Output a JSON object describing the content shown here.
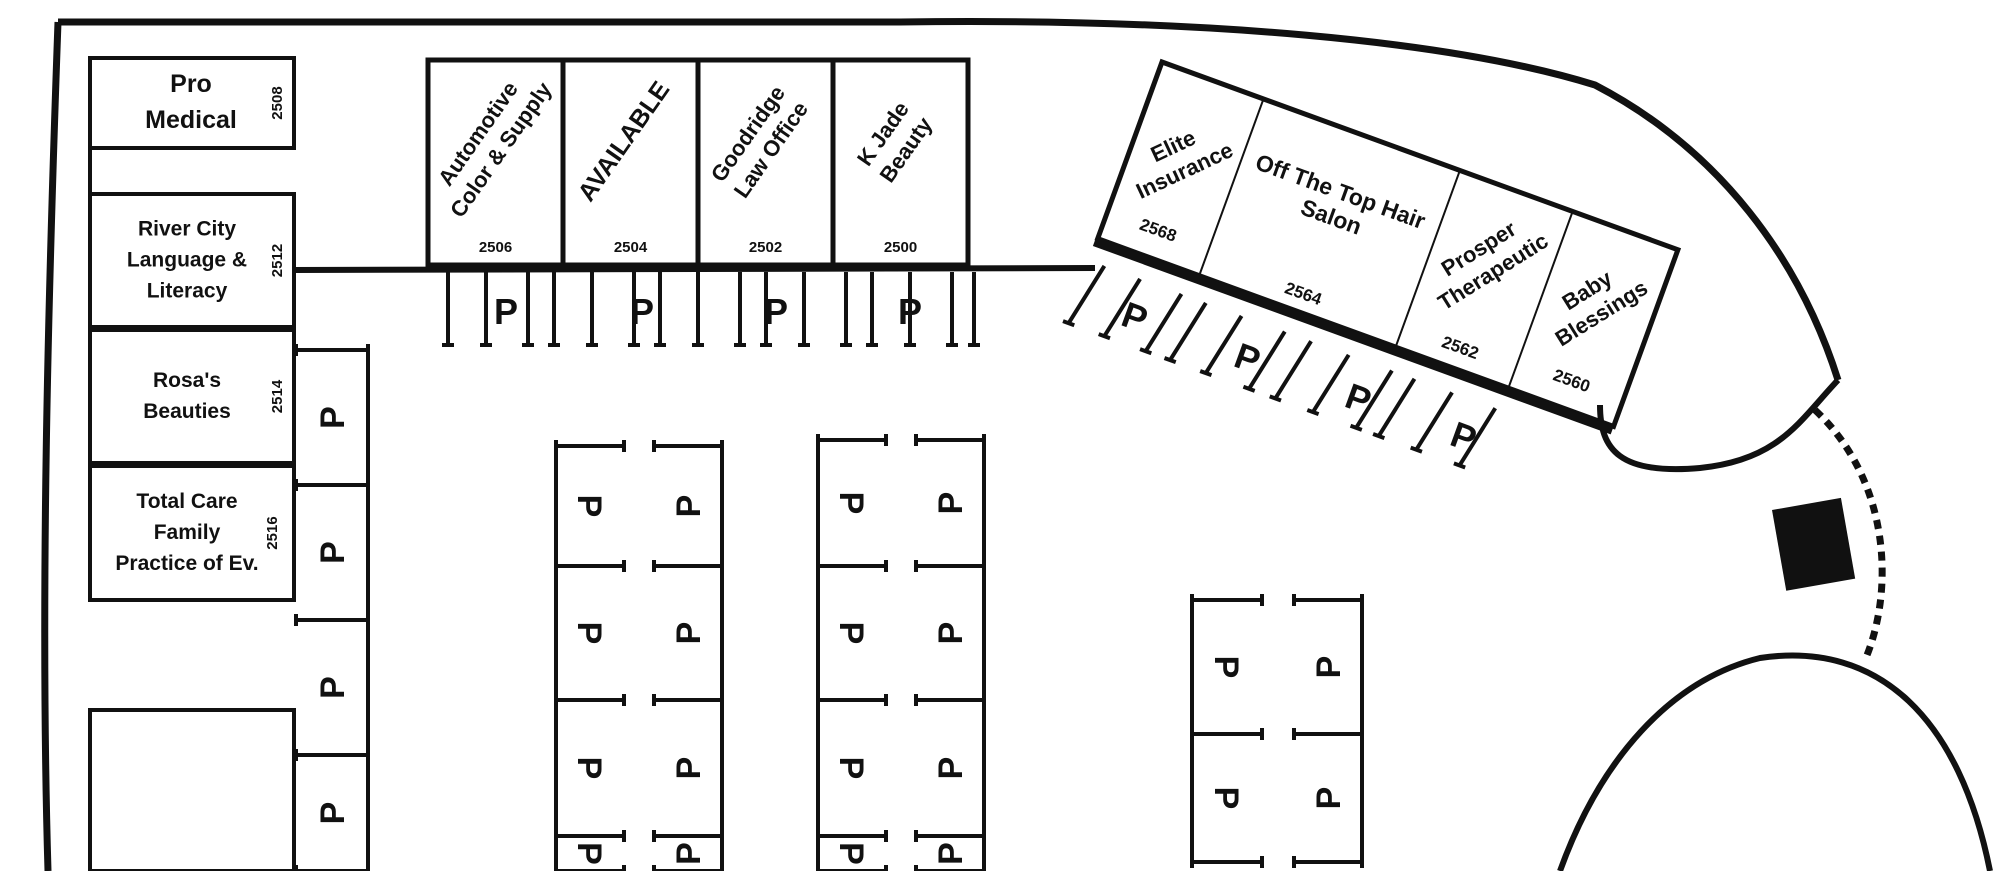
{
  "map": {
    "colors": {
      "ink": "#111111",
      "available": "#cc2f3c",
      "background": "#ffffff"
    },
    "parking_symbol": "P",
    "left_units": [
      {
        "name": "Pro\nMedical",
        "number": "2508"
      },
      {
        "name": "River City\nLanguage &\nLiteracy",
        "number": "2512"
      },
      {
        "name": "Rosa's\nBeauties",
        "number": "2514"
      },
      {
        "name": "Total Care\nFamily\nPractice of Ev.",
        "number": "2516"
      },
      {
        "name": "",
        "number": ""
      }
    ],
    "top_units": [
      {
        "name": "Automotive\nColor & Supply",
        "number": "2506",
        "available": false
      },
      {
        "name": "AVAILABLE",
        "number": "2504",
        "available": true
      },
      {
        "name": "Goodridge\nLaw Office",
        "number": "2502",
        "available": false
      },
      {
        "name": "K Jade\nBeauty",
        "number": "2500",
        "available": false
      }
    ],
    "right_units": [
      {
        "name": "Elite\nInsurance",
        "number": "2568"
      },
      {
        "name": "Off The Top Hair\nSalon",
        "number": "2564"
      },
      {
        "name": "Prosper\nTherapeutic",
        "number": "2562"
      },
      {
        "name": "Baby\nBlessings",
        "number": "2560"
      }
    ]
  }
}
